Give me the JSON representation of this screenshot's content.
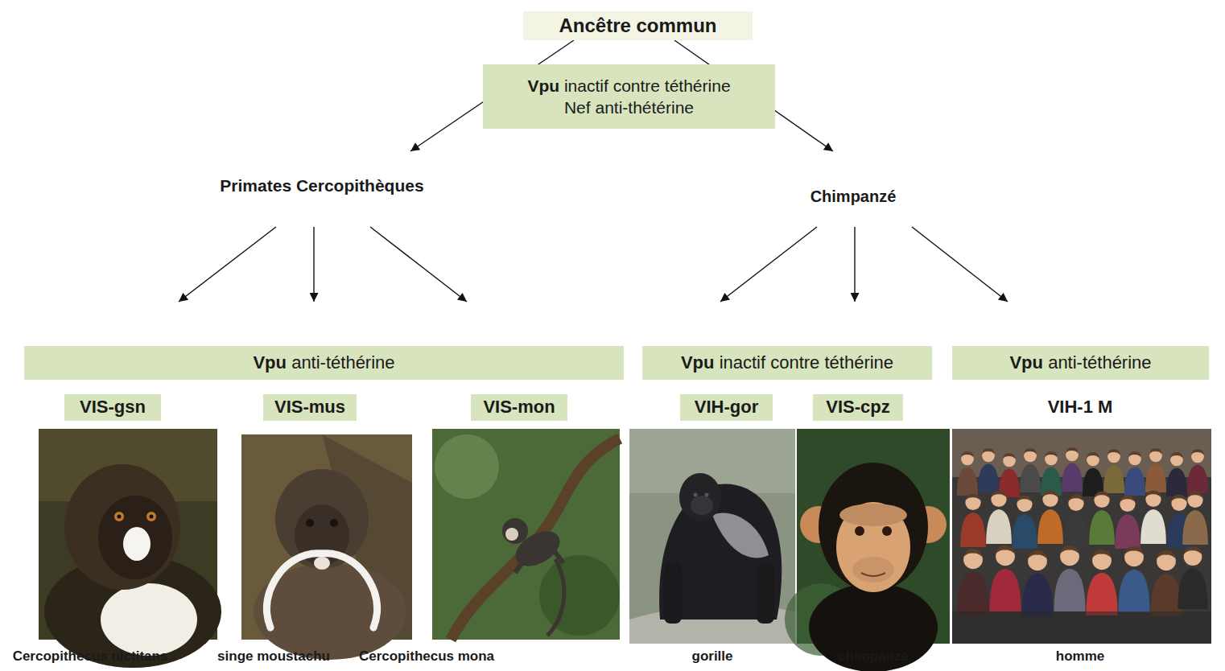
{
  "diagram": {
    "nodes": [
      {
        "text": [
          "Ancêtre commun"
        ]
      },
      {
        "text": [
          "Vpu",
          "inactif contre téthérine",
          "Nef anti-thétérine"
        ]
      },
      {
        "text": [
          "Primates Cercopithèques"
        ]
      },
      {
        "text": [
          "Chimpanzé"
        ]
      },
      {
        "text": [
          "Vpu",
          "anti-téthérine"
        ]
      },
      {
        "text": [
          "Vpu",
          "inactif contre téthérine"
        ]
      },
      {
        "text": [
          "Vpu",
          "anti-téthérine"
        ]
      },
      {
        "text": [
          "Cercopithecus nictitans"
        ]
      },
      {
        "text": [
          "VIS-gsn"
        ],
        "in": 7
      },
      {
        "text": [
          "singe moustachu"
        ]
      },
      {
        "text": [
          "VIS-mus"
        ],
        "in": 9
      },
      {
        "text": [
          "Cercopithecus mona"
        ]
      },
      {
        "text": [
          "VIS-mon"
        ],
        "in": 11
      },
      {
        "text": [
          "gorille"
        ]
      },
      {
        "text": [
          "VIH-gor"
        ],
        "in": 13
      },
      {
        "text": [
          "chimpanzé"
        ]
      },
      {
        "text": [
          "VIS-cpz"
        ],
        "in": 15
      },
      {
        "text": [
          "homme"
        ]
      },
      {
        "text": [
          "VIH-1 M"
        ],
        "in": 17
      }
    ],
    "edges": [
      {
        "from": 0,
        "to": 2,
        "arrow": "to"
      },
      {
        "from": 0,
        "to": 3,
        "arrow": "to"
      },
      {
        "from": 2,
        "to": 7,
        "arrow": "to"
      },
      {
        "from": 2,
        "to": 9,
        "arrow": "to"
      },
      {
        "from": 2,
        "to": 11,
        "arrow": "to"
      },
      {
        "from": 3,
        "to": 13,
        "arrow": "to"
      },
      {
        "from": 3,
        "to": 15,
        "arrow": "to"
      },
      {
        "from": 3,
        "to": 17,
        "arrow": "to"
      }
    ]
  }
}
